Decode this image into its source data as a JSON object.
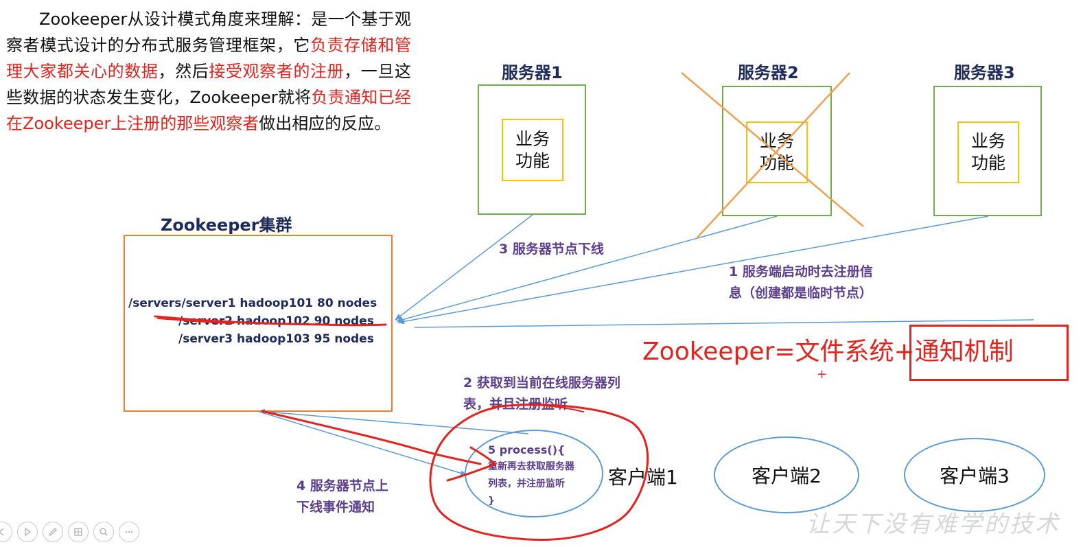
{
  "intro": {
    "seg1": "Zookeeper从设计模式角度来理解：是一个基于观察者模式设计的分布式服务管理框架，它",
    "seg2": "负责存储和管理大家都关心的数据",
    "seg3": "，然后",
    "seg4": "接受观察者的注册",
    "seg5": "，一旦这些数据的状态发生变化，Zookeeper就将",
    "seg6": "负责通知已经在Zookeeper上注册的那些观察者",
    "seg7": "做出相应的反应。"
  },
  "servers": [
    {
      "title": "服务器1",
      "biz_line1": "业务",
      "biz_line2": "功能"
    },
    {
      "title": "服务器2",
      "biz_line1": "业务",
      "biz_line2": "功能"
    },
    {
      "title": "服务器3",
      "biz_line1": "业务",
      "biz_line2": "功能"
    }
  ],
  "zookeeper": {
    "title": "Zookeeper集群",
    "paths": [
      "/servers/server1  hadoop101  80 nodes",
      "/server2 hadoop102  90 nodes",
      "/server3 hadoop103  95 nodes"
    ]
  },
  "labels": {
    "step3": "3 服务器节点下线",
    "step1_line1": "1  服务端启动时去注册信",
    "step1_line2": "息（创建都是临时节点）",
    "step2_line1": "2  获取到当前在线服务器列",
    "step2_line2": "表，并且注册监听",
    "step4_line1": "4  服务器节点上",
    "step4_line2": "下线事件通知"
  },
  "formula": {
    "text": "Zookeeper=文件系统+通知机制",
    "plus": "+"
  },
  "process": {
    "head": "5 process(){",
    "body1": "重新再去获取服务器",
    "body2": "列表，并注册监听",
    "close": "}"
  },
  "clients": [
    "客户端1",
    "客户端2",
    "客户端3"
  ],
  "watermark": "让天下没有难学的技术",
  "colors": {
    "server_border": "#70ad47",
    "biz_border": "#ffc000",
    "zk_border": "#ed7d31",
    "arrow": "#5b9bd5",
    "label": "#5b3f8c",
    "emphasis": "#e3231e",
    "title": "#1e2a5a"
  },
  "toolbar": [
    {
      "icon": "prev-icon"
    },
    {
      "icon": "play-icon"
    },
    {
      "icon": "pen-icon"
    },
    {
      "icon": "slides-icon"
    },
    {
      "icon": "zoom-icon"
    },
    {
      "icon": "more-icon"
    }
  ]
}
